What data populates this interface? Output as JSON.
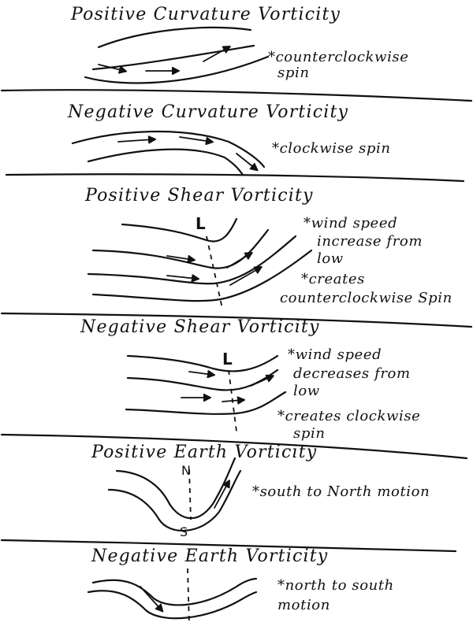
{
  "panels": [
    {
      "title": "Positive Curvature Vorticity",
      "note1": "*counterclockwise",
      "note2": "spin"
    },
    {
      "title": "Negative Curvature Vorticity",
      "note1": "*clockwise spin"
    },
    {
      "title": "Positive Shear Vorticity",
      "note1": "*wind speed",
      "note2": "increase from",
      "note3": "low",
      "note4": "*creates",
      "note5": "counterclockwise Spin",
      "label": "L"
    },
    {
      "title": "Negative Shear Vorticity",
      "note1": "*wind speed",
      "note2": "decreases from",
      "note3": "low",
      "note4": "*creates clockwise",
      "note5": "spin",
      "label": "L"
    },
    {
      "title": "Positive Earth Vorticity",
      "note1": "*south to North motion",
      "north": "N",
      "south": "S"
    },
    {
      "title": "Negative Earth Vorticity",
      "note1": "*north to south",
      "note2": "motion"
    }
  ]
}
